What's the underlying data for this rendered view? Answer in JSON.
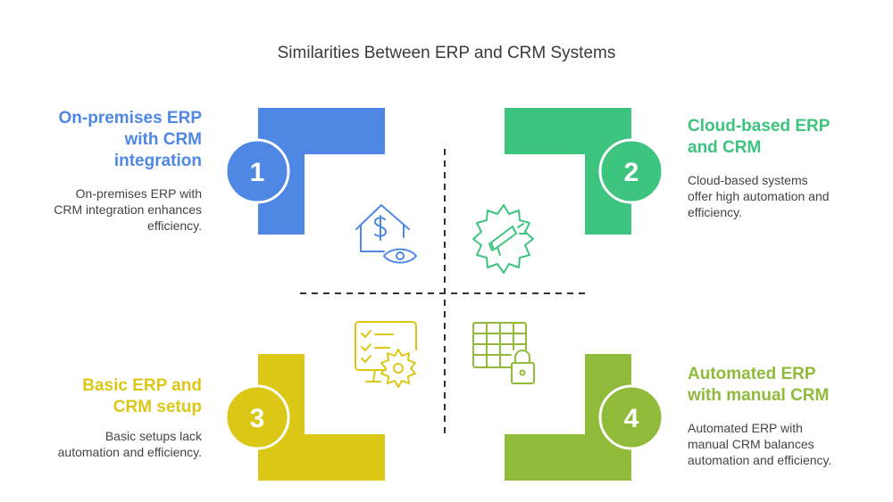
{
  "title": "Similarities Between ERP and CRM Systems",
  "colors": {
    "blue": "#4f87e4",
    "green": "#3dc47e",
    "yellow": "#dcc716",
    "olive": "#8fba3a",
    "divider": "#333333"
  },
  "quadrants": [
    {
      "number": "1",
      "heading_lines": [
        "On-premises ERP",
        "with CRM",
        "integration"
      ],
      "description_lines": [
        "On-premises ERP with",
        "CRM integration enhances",
        "efficiency."
      ],
      "icon": "house-dollar-eye-icon"
    },
    {
      "number": "2",
      "heading_lines": [
        "Cloud-based ERP",
        "and CRM"
      ],
      "description_lines": [
        "Cloud-based systems",
        "offer high automation and",
        "efficiency."
      ],
      "icon": "gear-megaphone-icon"
    },
    {
      "number": "3",
      "heading_lines": [
        "Basic ERP and",
        "CRM setup"
      ],
      "description_lines": [
        "Basic setups lack",
        "automation and efficiency."
      ],
      "icon": "monitor-checklist-gear-icon"
    },
    {
      "number": "4",
      "heading_lines": [
        "Automated ERP",
        "with manual CRM"
      ],
      "description_lines": [
        "Automated ERP with",
        "manual CRM balances",
        "automation and efficiency."
      ],
      "icon": "table-lock-icon"
    }
  ]
}
